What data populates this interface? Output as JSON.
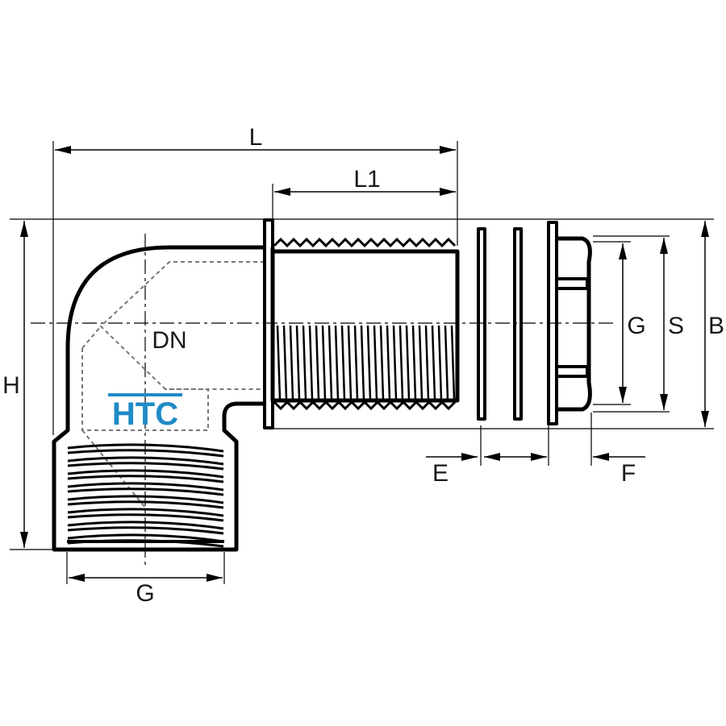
{
  "brand": {
    "text": "HTC",
    "color": "#1f8bc6"
  },
  "labels": {
    "L": "L",
    "L1": "L1",
    "DN": "DN",
    "H": "H",
    "G_bottom": "G",
    "G_right": "G",
    "S": "S",
    "B": "B",
    "E": "E",
    "F": "F"
  },
  "colors": {
    "line": "#000000",
    "hidden": "#777777",
    "background": "#ffffff"
  }
}
